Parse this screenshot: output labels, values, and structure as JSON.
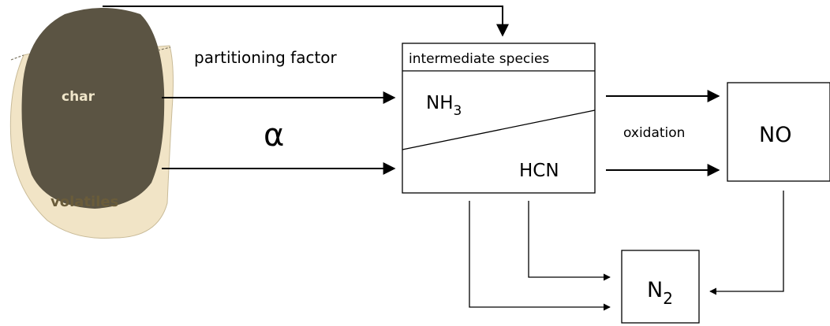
{
  "particle": {
    "char_label": "char",
    "volatiles_label": "volatiles",
    "colors": {
      "char": "#5b5443",
      "volatiles": "#f1e4c6",
      "outline": "#7a735f",
      "text": "#efe5c9",
      "vol_text": "#6a5c3a"
    }
  },
  "partitioning": {
    "label": "partitioning factor",
    "symbol": "α"
  },
  "intermediate": {
    "title": "intermediate species",
    "nh3": {
      "base": "NH",
      "sub": "3"
    },
    "hcn": "HCN"
  },
  "oxidation_label": "oxidation",
  "no_box": {
    "label": "NO"
  },
  "n2_box": {
    "base": "N",
    "sub": "2"
  }
}
